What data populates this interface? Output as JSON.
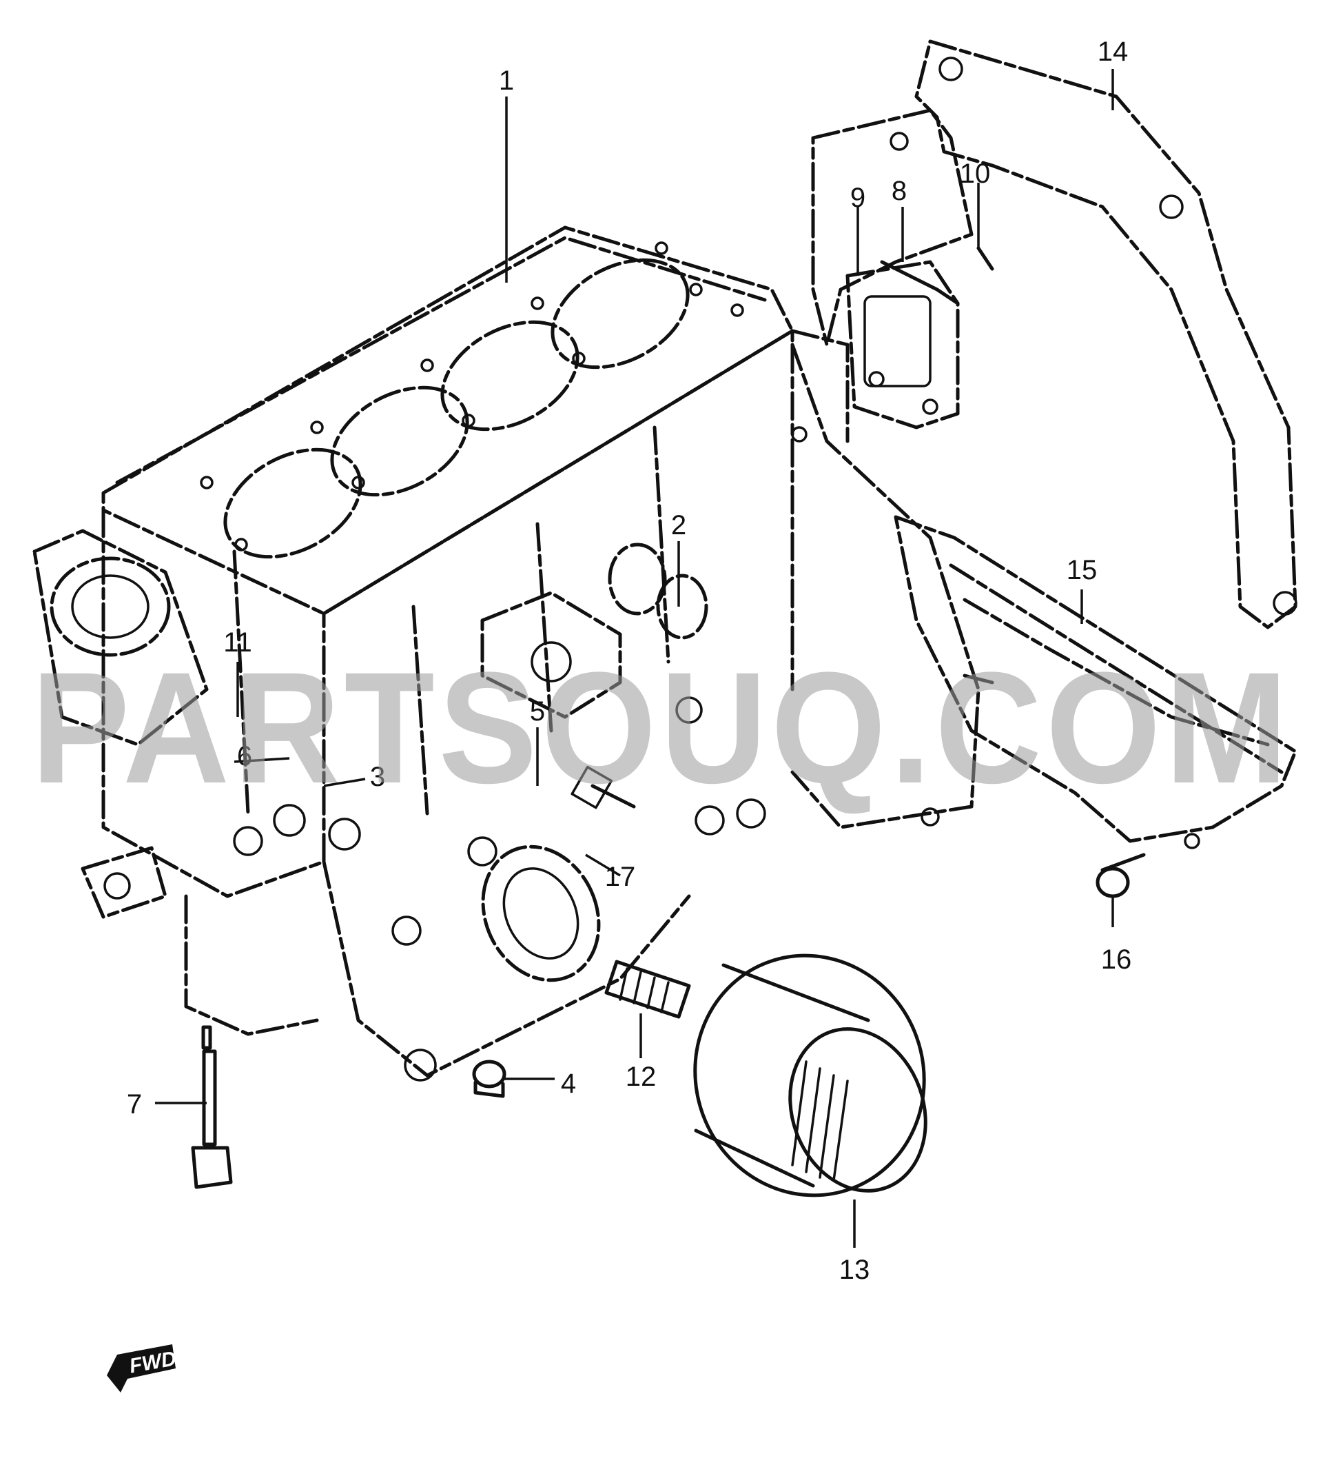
{
  "diagram": {
    "callouts": [
      "1",
      "2",
      "3",
      "4",
      "5",
      "6",
      "7",
      "8",
      "9",
      "10",
      "11",
      "12",
      "13",
      "14",
      "15",
      "16",
      "17"
    ],
    "watermark": "PARTSOUQ.COM",
    "direction_badge": "FWD"
  }
}
